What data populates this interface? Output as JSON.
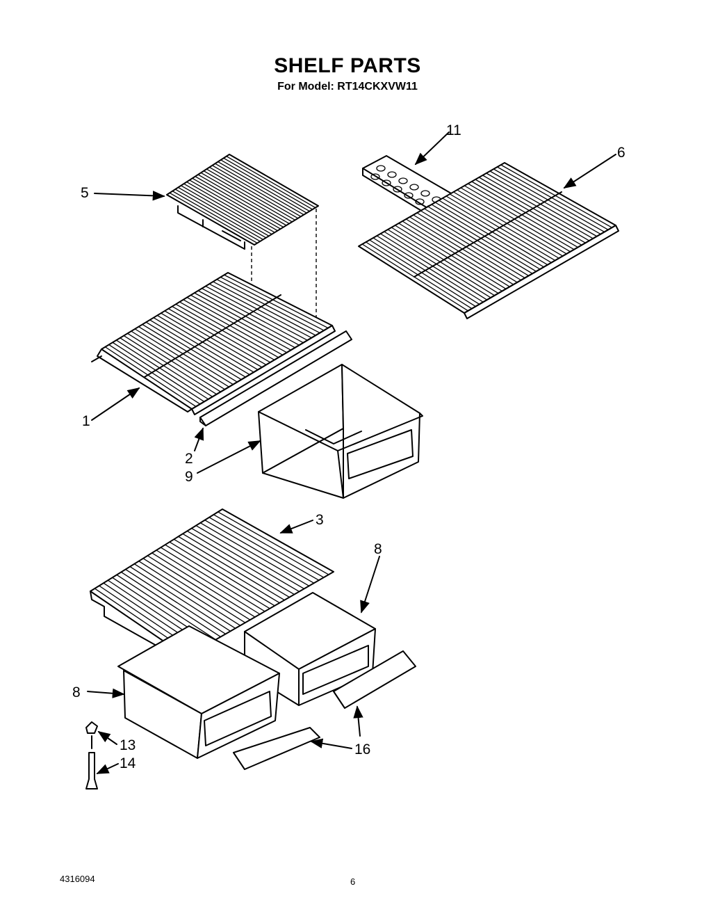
{
  "header": {
    "title": "SHELF PARTS",
    "subtitle": "For Model: RT14CKXVW11"
  },
  "callouts": [
    "1",
    "2",
    "3",
    "5",
    "6",
    "8",
    "8",
    "9",
    "11",
    "13",
    "14",
    "16"
  ],
  "footer": {
    "part_number": "4316094",
    "page_number": "6"
  }
}
